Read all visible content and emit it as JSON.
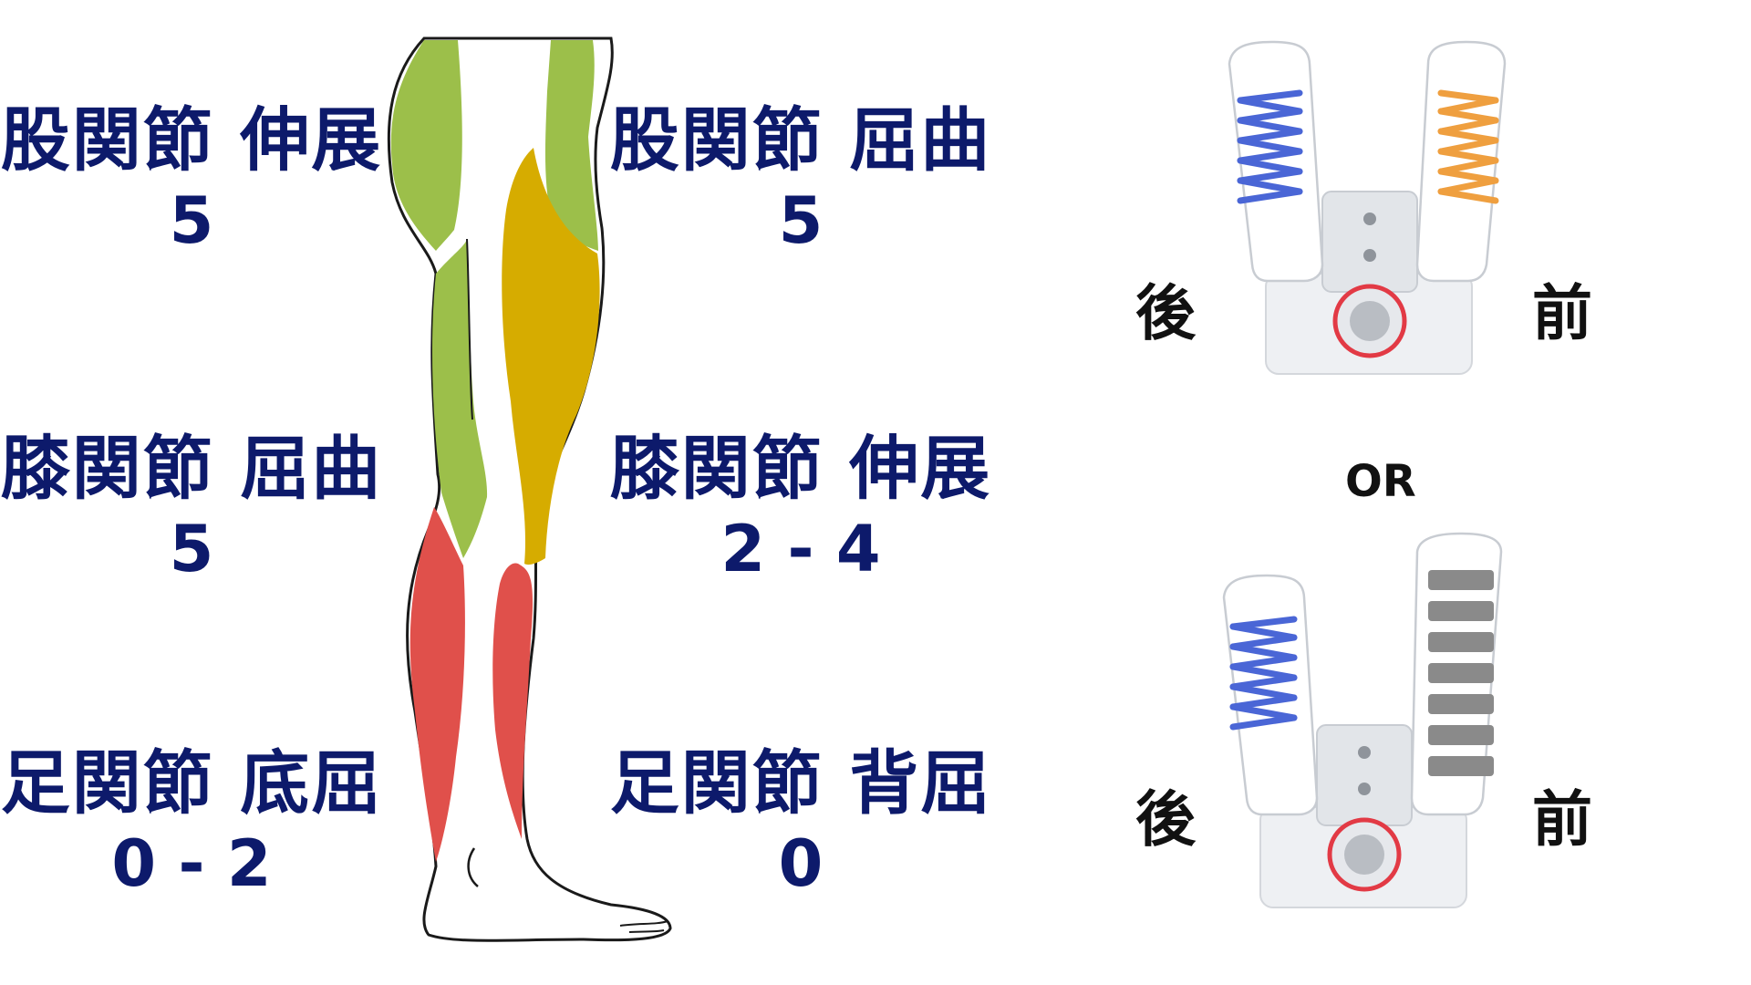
{
  "labels": {
    "hip_extension": {
      "name": "股関節 伸展",
      "value": "5"
    },
    "hip_flexion": {
      "name": "股関節 屈曲",
      "value": "5"
    },
    "knee_flexion": {
      "name": "膝関節 屈曲",
      "value": "5"
    },
    "knee_extension": {
      "name": "膝関節 伸展",
      "value": "2 - 4"
    },
    "ankle_plantarflexion": {
      "name": "足関節 底屈",
      "value": "0 - 2"
    },
    "ankle_dorsiflexion": {
      "name": "足関節 背屈",
      "value": "0"
    }
  },
  "devices": [
    {
      "left_label": "後",
      "right_label": "前",
      "front_spring_color": "#ef9f3f"
    },
    {
      "left_label": "後",
      "right_label": "前",
      "front_spring_color": "#8a8a8a"
    }
  ],
  "separator": "OR",
  "colors": {
    "text_blue": "#0d1a6b",
    "green": "#9cbf4a",
    "yellow": "#d6ac00",
    "red": "#e0504b",
    "back_spring": "#4a66d6",
    "ring": "#e23a45"
  }
}
